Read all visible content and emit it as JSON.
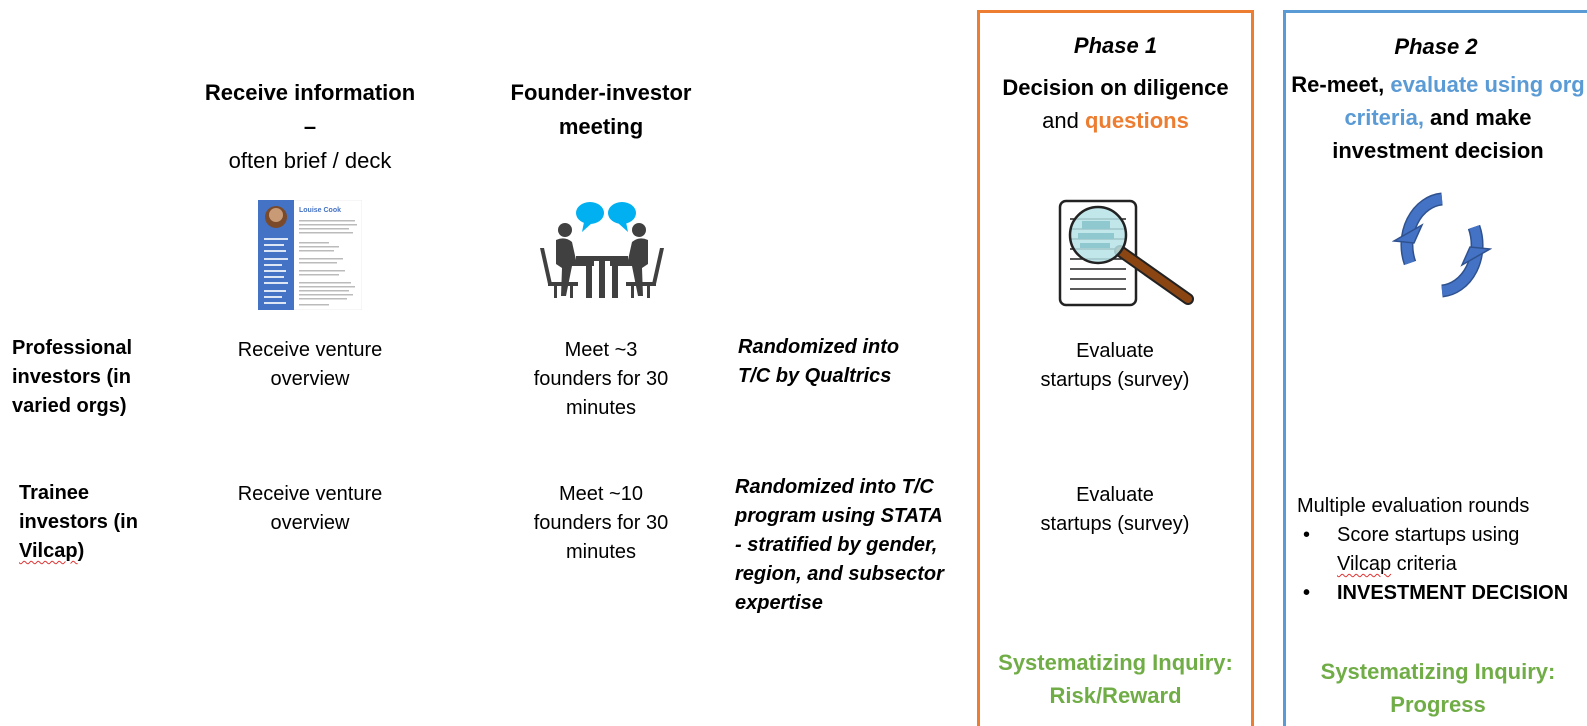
{
  "headers": {
    "receive_bold": "Receive information –",
    "receive_sub": "often brief / deck",
    "meeting": "Founder-investor meeting"
  },
  "resume": {
    "name": "Louise Cook"
  },
  "rows": {
    "professional": {
      "label": "Professional investors (in varied orgs)",
      "receive": "Receive venture overview",
      "meet": "Meet ~3 founders for 30 minutes",
      "randomized": "Randomized into T/C by Qualtrics",
      "phase1_eval": "Evaluate startups (survey)"
    },
    "trainee": {
      "label_before": "Trainee investors (in ",
      "label_underlined": "Vilcap",
      "label_after": ")",
      "receive": "Receive venture overview",
      "meet": "Meet ~10 founders for 30 minutes",
      "randomized": "Randomized into T/C program using STATA - stratified by gender, region, and subsector expertise",
      "phase1_eval": "Evaluate startups (survey)",
      "phase2_intro": "Multiple evaluation rounds",
      "phase2_bullet1_before": "Score startups using ",
      "phase2_bullet1_underlined": "Vilcap",
      "phase2_bullet1_after": " criteria",
      "phase2_bullet2": "INVESTMENT DECISION"
    }
  },
  "phase1": {
    "heading": "Phase 1",
    "title_bold": "Decision on diligence",
    "title_and": "and ",
    "title_highlight": "questions",
    "footer": "Systematizing Inquiry: Risk/Reward"
  },
  "phase2": {
    "heading": "Phase 2",
    "title_part1": "Re-meet, ",
    "title_highlight": "evaluate using org criteria,",
    "title_part2": " and make investment decision",
    "footer": "Systematizing Inquiry: Progress"
  },
  "colors": {
    "phase1_border": "#ed7d31",
    "phase2_border": "#5b9bd5",
    "orange_text": "#ed7d31",
    "blue_text": "#5b9bd5",
    "green_text": "#70ad47",
    "cycle_arrow": "#4472c4",
    "speech_bubble": "#00b0f0",
    "icon_gray": "#404040"
  },
  "icons": {
    "resume": "resume-document-icon",
    "meeting": "meeting-people-icon",
    "magnifier": "magnifying-glass-document-icon",
    "cycle": "cycle-arrows-icon"
  }
}
